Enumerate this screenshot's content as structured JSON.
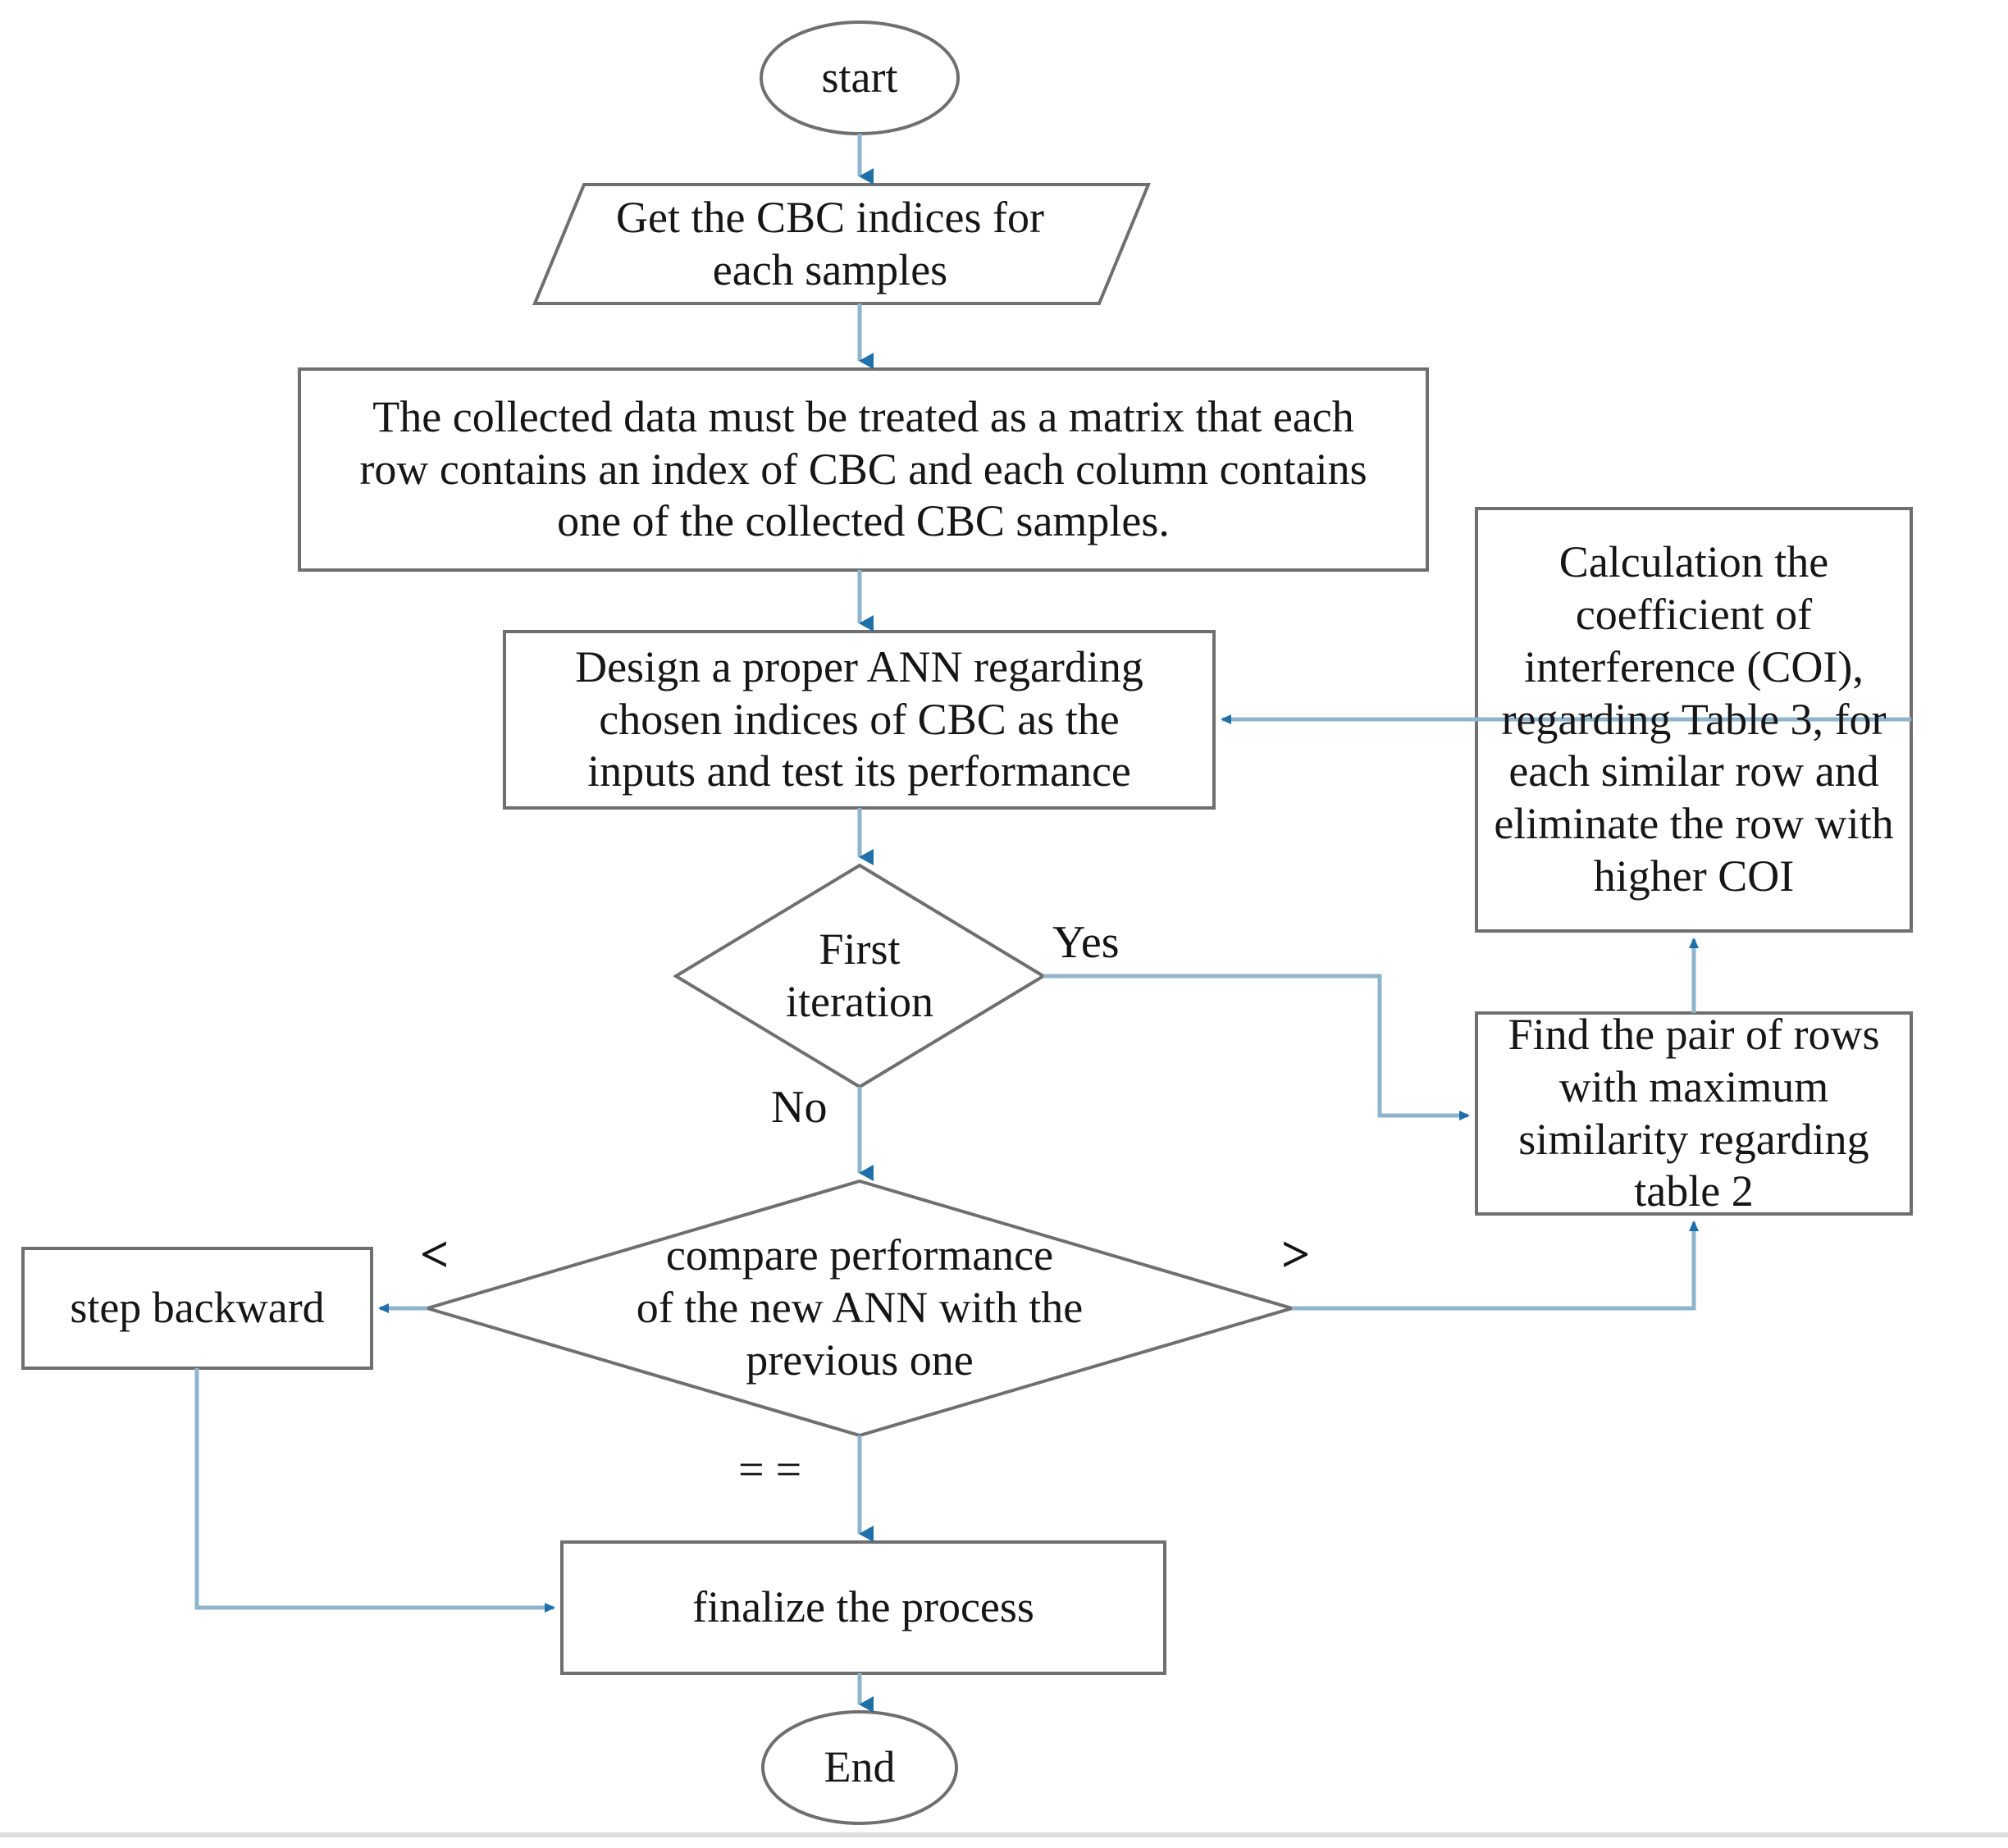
{
  "diagram": {
    "title": "ANN CBC index reduction flowchart",
    "colors": {
      "shape_stroke": "#6f6f6f",
      "connector_stroke": "#7fa8c4",
      "arrow_fill": "#1f6fa8",
      "text": "#161616",
      "background": "#ffffff",
      "page_rule": "#d8d8d8"
    },
    "nodes": [
      {
        "id": "start",
        "shape": "ellipse",
        "label": "start"
      },
      {
        "id": "get-cbc",
        "shape": "parallelogram",
        "label": "Get the CBC indices for\neach samples"
      },
      {
        "id": "matrix",
        "shape": "rect",
        "label": "The collected data must be treated as a matrix that each\nrow contains an index of CBC and each column contains\none of the collected CBC samples."
      },
      {
        "id": "design-ann",
        "shape": "rect",
        "label": "Design a proper ANN regarding\nchosen indices of CBC as the\ninputs and test its performance"
      },
      {
        "id": "first-iteration",
        "shape": "diamond",
        "label": "First\niteration"
      },
      {
        "id": "compare-performance",
        "shape": "diamond",
        "label": "compare performance\nof the new ANN with the\nprevious one"
      },
      {
        "id": "step-backward",
        "shape": "rect",
        "label": "step backward"
      },
      {
        "id": "finalize",
        "shape": "rect",
        "label": "finalize the process"
      },
      {
        "id": "end",
        "shape": "ellipse",
        "label": "End"
      },
      {
        "id": "coi",
        "shape": "rect",
        "label": "Calculation the\ncoefficient of\ninterference (COI),\nregarding Table 3, for\neach similar row and\neliminate the row with\nhigher COI"
      },
      {
        "id": "find-pair",
        "shape": "rect",
        "label": "Find the pair of rows\nwith maximum\nsimilarity regarding\ntable 2"
      }
    ],
    "edge_labels": {
      "yes": "Yes",
      "no": "No",
      "less_than": "<",
      "greater_than": ">",
      "equal": "= ="
    },
    "edges": [
      {
        "from": "start",
        "to": "get-cbc",
        "label": ""
      },
      {
        "from": "get-cbc",
        "to": "matrix",
        "label": ""
      },
      {
        "from": "matrix",
        "to": "design-ann",
        "label": ""
      },
      {
        "from": "design-ann",
        "to": "first-iteration",
        "label": ""
      },
      {
        "from": "first-iteration",
        "to": "find-pair",
        "label": "Yes"
      },
      {
        "from": "first-iteration",
        "to": "compare-performance",
        "label": "No"
      },
      {
        "from": "compare-performance",
        "to": "step-backward",
        "label": "<"
      },
      {
        "from": "compare-performance",
        "to": "find-pair",
        "label": ">"
      },
      {
        "from": "compare-performance",
        "to": "finalize",
        "label": "= ="
      },
      {
        "from": "find-pair",
        "to": "coi",
        "label": ""
      },
      {
        "from": "coi",
        "to": "design-ann",
        "label": ""
      },
      {
        "from": "step-backward",
        "to": "finalize",
        "label": ""
      },
      {
        "from": "finalize",
        "to": "end",
        "label": ""
      }
    ]
  }
}
